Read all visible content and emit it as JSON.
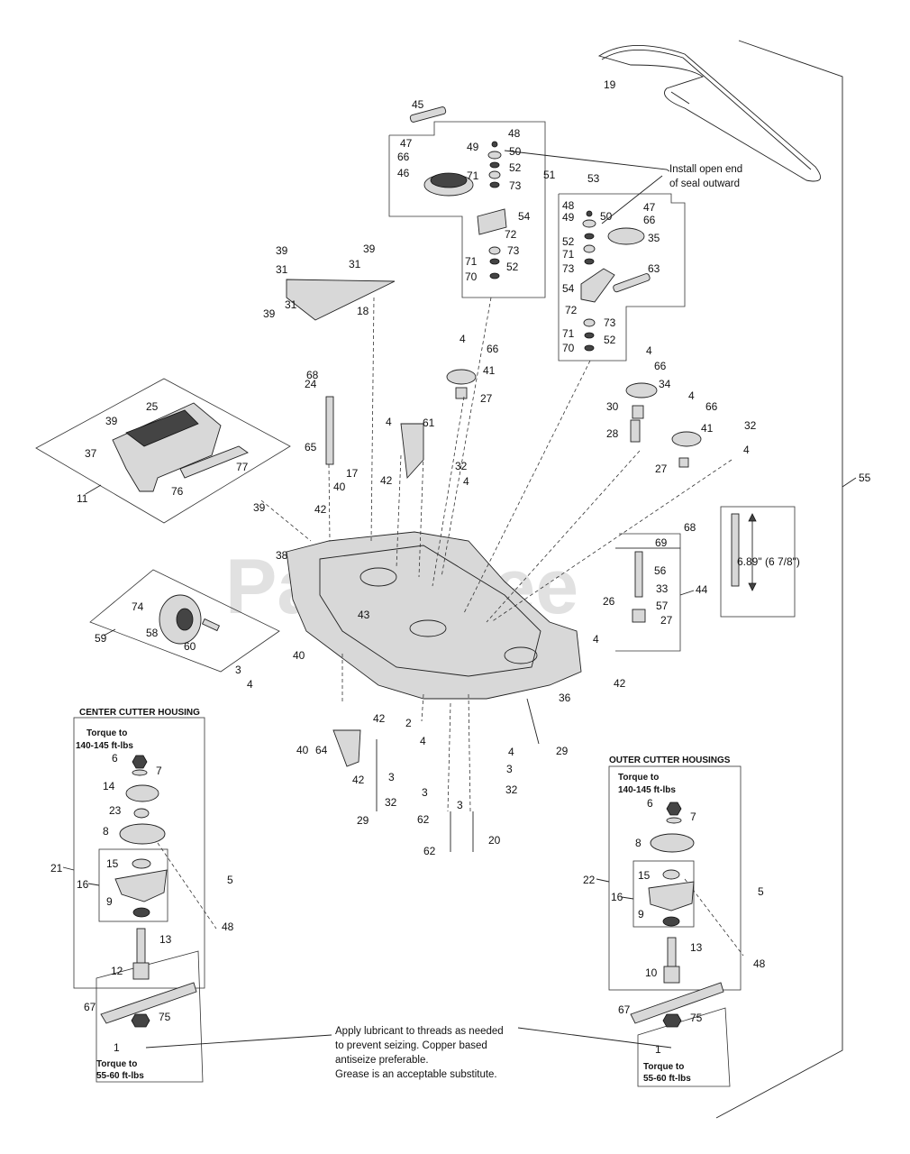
{
  "watermark": "PartsTree",
  "labels": {
    "L19": "19",
    "L45": "45",
    "L47a": "47",
    "L66a": "66",
    "L46": "46",
    "L48a": "48",
    "L49a": "49",
    "L50a": "50",
    "L71a": "71",
    "L52a": "52",
    "L73a": "73",
    "L51": "51",
    "L54a": "54",
    "L72a": "72",
    "L73b": "73",
    "L71b": "71",
    "L52b": "52",
    "L70a": "70",
    "L53": "53",
    "L48b": "48",
    "L49b": "49",
    "L50b": "50",
    "L52c": "52",
    "L71c": "71",
    "L73c": "73",
    "L47b": "47",
    "L66b": "66",
    "L35": "35",
    "L63": "63",
    "L54b": "54",
    "L72b": "72",
    "L73d": "73",
    "L71d": "71",
    "L52d": "52",
    "L70b": "70",
    "L39a": "39",
    "L31a": "31",
    "L39b": "39",
    "L31b": "31",
    "L39c": "39",
    "L31c": "31",
    "L18": "18",
    "L4a": "4",
    "L66c": "66",
    "L41a": "41",
    "L27a": "27",
    "L4b": "4",
    "L66d": "66",
    "L34": "34",
    "L30": "30",
    "L28": "28",
    "L4c": "4",
    "L66e": "66",
    "L41b": "41",
    "L32a": "32",
    "L4d": "4",
    "L27b": "27",
    "L68a": "68",
    "L24": "24",
    "L65": "65",
    "L4e": "4",
    "L61": "61",
    "L42a": "42",
    "L17": "17",
    "L40a": "40",
    "L42b": "42",
    "L32b": "32",
    "L4f": "4",
    "L39d": "39",
    "L25": "25",
    "L37": "37",
    "L77": "77",
    "L76": "76",
    "L11": "11",
    "L39e": "39",
    "L38": "38",
    "L43": "43",
    "L74": "74",
    "L58": "58",
    "L60": "60",
    "L59": "59",
    "L3a": "3",
    "L4g": "4",
    "L40b": "40",
    "L68b": "68",
    "L69": "69",
    "L56": "56",
    "L26": "26",
    "L33": "33",
    "L57": "57",
    "L27c": "27",
    "L44": "44",
    "L4h": "4",
    "L42c": "42",
    "L55": "55",
    "L36": "36",
    "L29a": "29",
    "L40c": "40",
    "L42d": "42",
    "L2": "2",
    "L64": "64",
    "L42e": "42",
    "L4i": "4",
    "L4j": "4",
    "L3b": "3",
    "L3c": "3",
    "L32c": "32",
    "L3d": "3",
    "L32d": "32",
    "L62a": "62",
    "L29b": "29",
    "L3e": "3",
    "L62b": "62",
    "L20": "20",
    "L6a": "6",
    "L7a": "7",
    "L14": "14",
    "L23": "23",
    "L8a": "8",
    "L21": "21",
    "L16a": "16",
    "L15a": "15",
    "L9a": "9",
    "L5a": "5",
    "L48c": "48",
    "L13a": "13",
    "L12": "12",
    "L67a": "67",
    "L75a": "75",
    "L1a": "1",
    "L6b": "6",
    "L7b": "7",
    "L8b": "8",
    "L22": "22",
    "L16b": "16",
    "L15b": "15",
    "L9b": "9",
    "L5b": "5",
    "L48d": "48",
    "L13b": "13",
    "L10": "10",
    "L67b": "67",
    "L75b": "75",
    "L1b": "1"
  },
  "dimension": "6.89\" (6 7/8\")",
  "notes": {
    "seal_line1": "Install open end",
    "seal_line2": "of seal outward",
    "center_header": "CENTER CUTTER HOUSING",
    "outer_header": "OUTER CUTTER HOUSINGS",
    "torque_top_1": "Torque to",
    "torque_top_2": "140-145 ft-lbs",
    "torque_bot_1": "Torque to",
    "torque_bot_2": "55-60 ft-lbs",
    "lube_1": "Apply lubricant to threads as needed",
    "lube_2": "to prevent seizing.  Copper based",
    "lube_3": "antiseize preferable.",
    "lube_4": "Grease is an acceptable substitute."
  }
}
